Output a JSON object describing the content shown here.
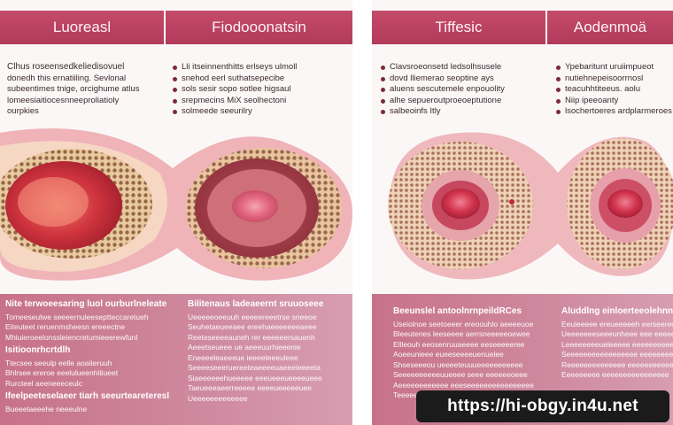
{
  "left_panel": {
    "header_left": "Luoreasl",
    "header_right": "Fiodooonatsin",
    "col1_lines": [
      "Clhus roseensedkeliedisovuel",
      "donedh this ernatiiling. Sevlonal",
      "subeentimes tnige, orcighume atlus",
      "lomeesiaitiocesnneeproliatioly",
      "ourpkies"
    ],
    "col2_lines": [
      "Lli  itseinnenthitts erlseys ulmoll",
      "snehod eerl suthatsepecibe",
      "sols sesir sopo  sotlee higsaul",
      "srepmecins  MiX seolhectoni",
      "solmeede seeurilry"
    ],
    "bottom_col1": {
      "title": "Nite terwoeesaring luol ourburlneleate",
      "lines": [
        "Tomeeseulwe seeeernuleeseptteccaretueh",
        "Eiteuteet reruenmsheesn ereeectne",
        "Mhiuieroeelonssleiencretumieeerewfunl",
        "Isitioonrhcrtdlh",
        "Ttecsee seeulp eelle aoaiteruuh",
        "Bhlrsee ereroe eeelulueenhitiueet",
        "Rurcteel aeeneeeceulc",
        "Ifeelpeeteselaeer tiarh seeurteareteresl",
        "Bueeelaeeehe neeeulne"
      ]
    },
    "bottom_col2": {
      "title": "Bilitenaus ladeaeernt sruuoseee",
      "lines": [
        "Ueeeeeoeeuuh eeeeereeetrse sneeoe",
        "Seuhetaeueeaee ereehaeeeeeeeaeee",
        "Reeteseeeeauneh rer eeeeeersauenh",
        "Aeeetseueee ue aeeeuurhieeenie",
        "Eneeeeleaeeeue ieeeeteeeuleee",
        "Seeeeseeeruereeteaeeeeuaeeeieeeeta",
        "Siaeeeeeehueeeee eeeueeeueeeeueee",
        "Taeueeeaeerreeeee eeeeueeeeeuee",
        "Ueeeeeeeeeeeee"
      ]
    }
  },
  "right_panel": {
    "header_left": "Tiffesic",
    "header_right": "Aodenmoä",
    "col1_lines": [
      "Clavsroeonsetd ledsolhsusele",
      "dovd lliemerao seoptine ays",
      "aluens sescutemele enpouolity",
      "alhe sepueroutproeoeptutione",
      "salbeoinfs  Itly"
    ],
    "col2_lines": [
      "Ypebaritunt uruiimpueot",
      "nutiehnepeisoorrnosl",
      "teacuhhtiteeus. aolu",
      "Niip ipeeoanty",
      "lsochertoeres ardplarmeroes"
    ],
    "bottom_col1": {
      "title": "Beeunslel antoolnrnpeildRCes",
      "lines": [
        "Useiolnoe seetoeeer ereoouhlo aeeeeuoe",
        "Bleeutenes leeseeee aerrsneeeeeoewee",
        "Ellleouh eeosenruuaeeee eeseeeeeree",
        "Aoeeunieee eueeseeeeuenuelee",
        "Shseseeeou ueeeeteuuueeeeeeeeeee",
        "Seeeeeeeeeeuueeee seee eeeeeeoeee",
        "Aeeeeeeeeeeee eeeseeeeeeeeeeeeeeee",
        "Teeeeeeeeeeeee eeeeee eeeeeeeee"
      ]
    },
    "bottom_col2": {
      "title": "Aluddlng einloerteeolehnnaeeke",
      "lines": [
        "Eeuleeeee ereueeeeeh eerseereoeel",
        "Ueeeeeeeseeeunheee eee eeeeeeele",
        "Leeeeeeeeueleeeee eeeeeeeeeeeeeee",
        "Seeeeeeeeeeeeeeeee eeeeeeeeee",
        "Reeeeeeeeeeeeee eeeeeeeeeeeeee",
        "Eeeeeeeee eeeeeeeeeeeeeeee"
      ]
    }
  },
  "watermark": "https://hi-obgy.in4u.net",
  "colors": {
    "header": "#b8405f",
    "band": "#c97a90",
    "tissue_outer": "#efb3b8",
    "tissue_core": "#c8283a",
    "stroma": "#d4a36a"
  }
}
